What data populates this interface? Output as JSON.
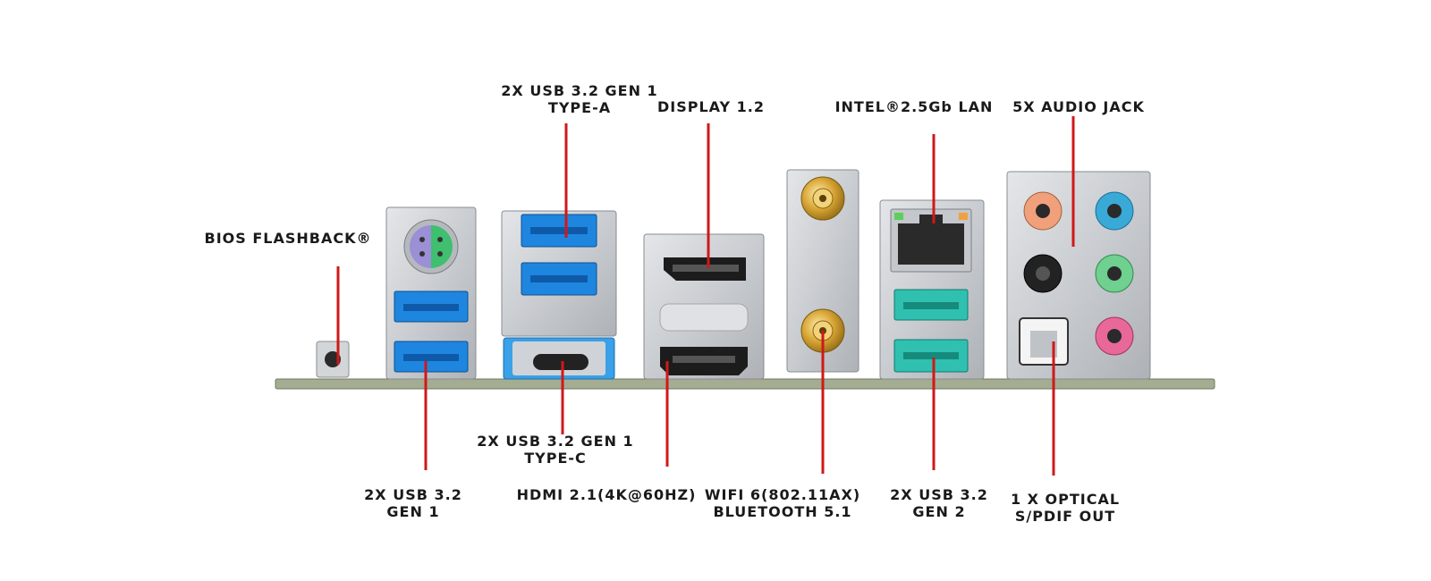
{
  "labels": {
    "bios": {
      "lines": [
        "BIOS FLASHBACK®"
      ]
    },
    "usb_typea": {
      "lines": [
        "2X USB 3.2 GEN 1",
        "TYPE-A"
      ]
    },
    "display": {
      "lines": [
        "DISPLAY 1.2"
      ]
    },
    "lan": {
      "lines": [
        "INTEL®2.5Gb LAN"
      ]
    },
    "audio": {
      "lines": [
        "5X AUDIO JACK"
      ]
    },
    "usb_gen1": {
      "lines": [
        "2X USB 3.2",
        "GEN 1"
      ]
    },
    "usb_typec": {
      "lines": [
        "2X USB 3.2 GEN 1",
        "TYPE-C"
      ]
    },
    "hdmi": {
      "lines": [
        "HDMI 2.1(4K@60HZ)"
      ]
    },
    "wifi": {
      "lines": [
        "WIFI 6(802.11AX)",
        "BLUETOOTH 5.1"
      ]
    },
    "usb_gen2": {
      "lines": [
        "2X USB 3.2",
        "GEN 2"
      ]
    },
    "optical": {
      "lines": [
        "1 X OPTICAL",
        "S/PDIF OUT"
      ]
    }
  },
  "colors": {
    "leader": "#d01818",
    "usb3": "#1f86e0",
    "usb_gen2": "#2fc0b0",
    "board": "#9aa58a",
    "metal": "#cfd2d6",
    "ps2_keyboard": "#9b8fd6",
    "ps2_mouse": "#3fbf6f",
    "antenna_gold": "#d8a636",
    "audio_orange": "#f0a07a",
    "audio_blue": "#39a9d8",
    "audio_black": "#222222",
    "audio_green": "#6fd08f",
    "audio_pink": "#e8689a"
  }
}
